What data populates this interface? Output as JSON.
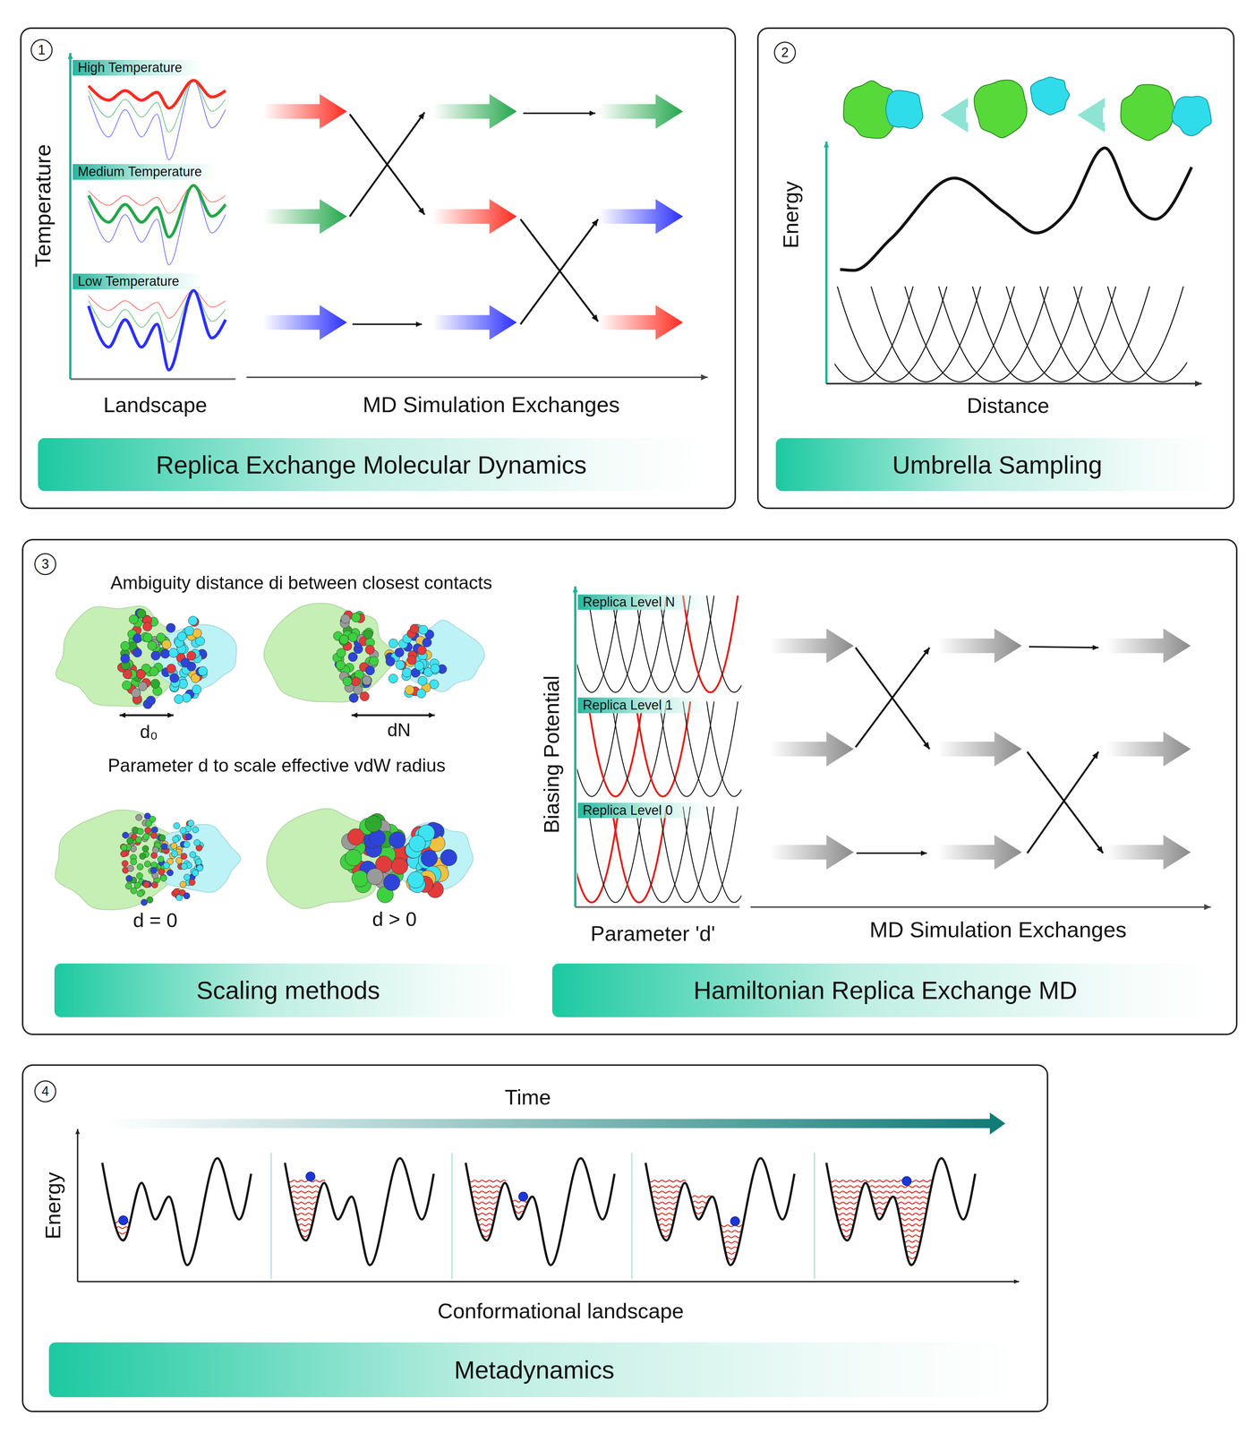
{
  "diagram": {
    "nodes": [
      {
        "text": [
          "1"
        ]
      },
      {
        "text": [
          "High Temperature"
        ],
        "in": 0
      },
      {
        "text": [
          "Medium Temperature"
        ],
        "in": 0
      },
      {
        "text": [
          "Low Temperature"
        ],
        "in": 0
      },
      {
        "text": [
          "Replica Exchange Molecular Dynamics"
        ],
        "in": 0
      },
      {
        "text": [
          "2"
        ]
      },
      {
        "text": [
          "Umbrella Sampling"
        ],
        "in": 5
      },
      {
        "text": [
          "3"
        ]
      },
      {
        "text": [
          "Replica Level N"
        ],
        "in": 7
      },
      {
        "text": [
          "Replica Level 1"
        ],
        "in": 7
      },
      {
        "text": [
          "Replica Level 0"
        ],
        "in": 7
      },
      {
        "text": [
          "Scaling methods"
        ],
        "in": 7
      },
      {
        "text": [
          "Hamiltonian Replica Exchange MD"
        ],
        "in": 7
      },
      {
        "text": [
          "4"
        ]
      },
      {
        "text": [
          "Metadynamics"
        ],
        "in": 13
      }
    ],
    "labels": [
      "Temperature",
      "Landscape",
      "MD Simulation Exchanges",
      "Energy",
      "Distance",
      "Ambiguity distance di between closest contacts",
      "d₀",
      "dN",
      "Parameter d to scale effective vdW radius",
      "d = 0",
      "d > 0",
      "Biasing Potential",
      "Parameter 'd'",
      "MD Simulation Exchanges",
      "Time",
      "Energy",
      "Conformational landscape"
    ]
  }
}
